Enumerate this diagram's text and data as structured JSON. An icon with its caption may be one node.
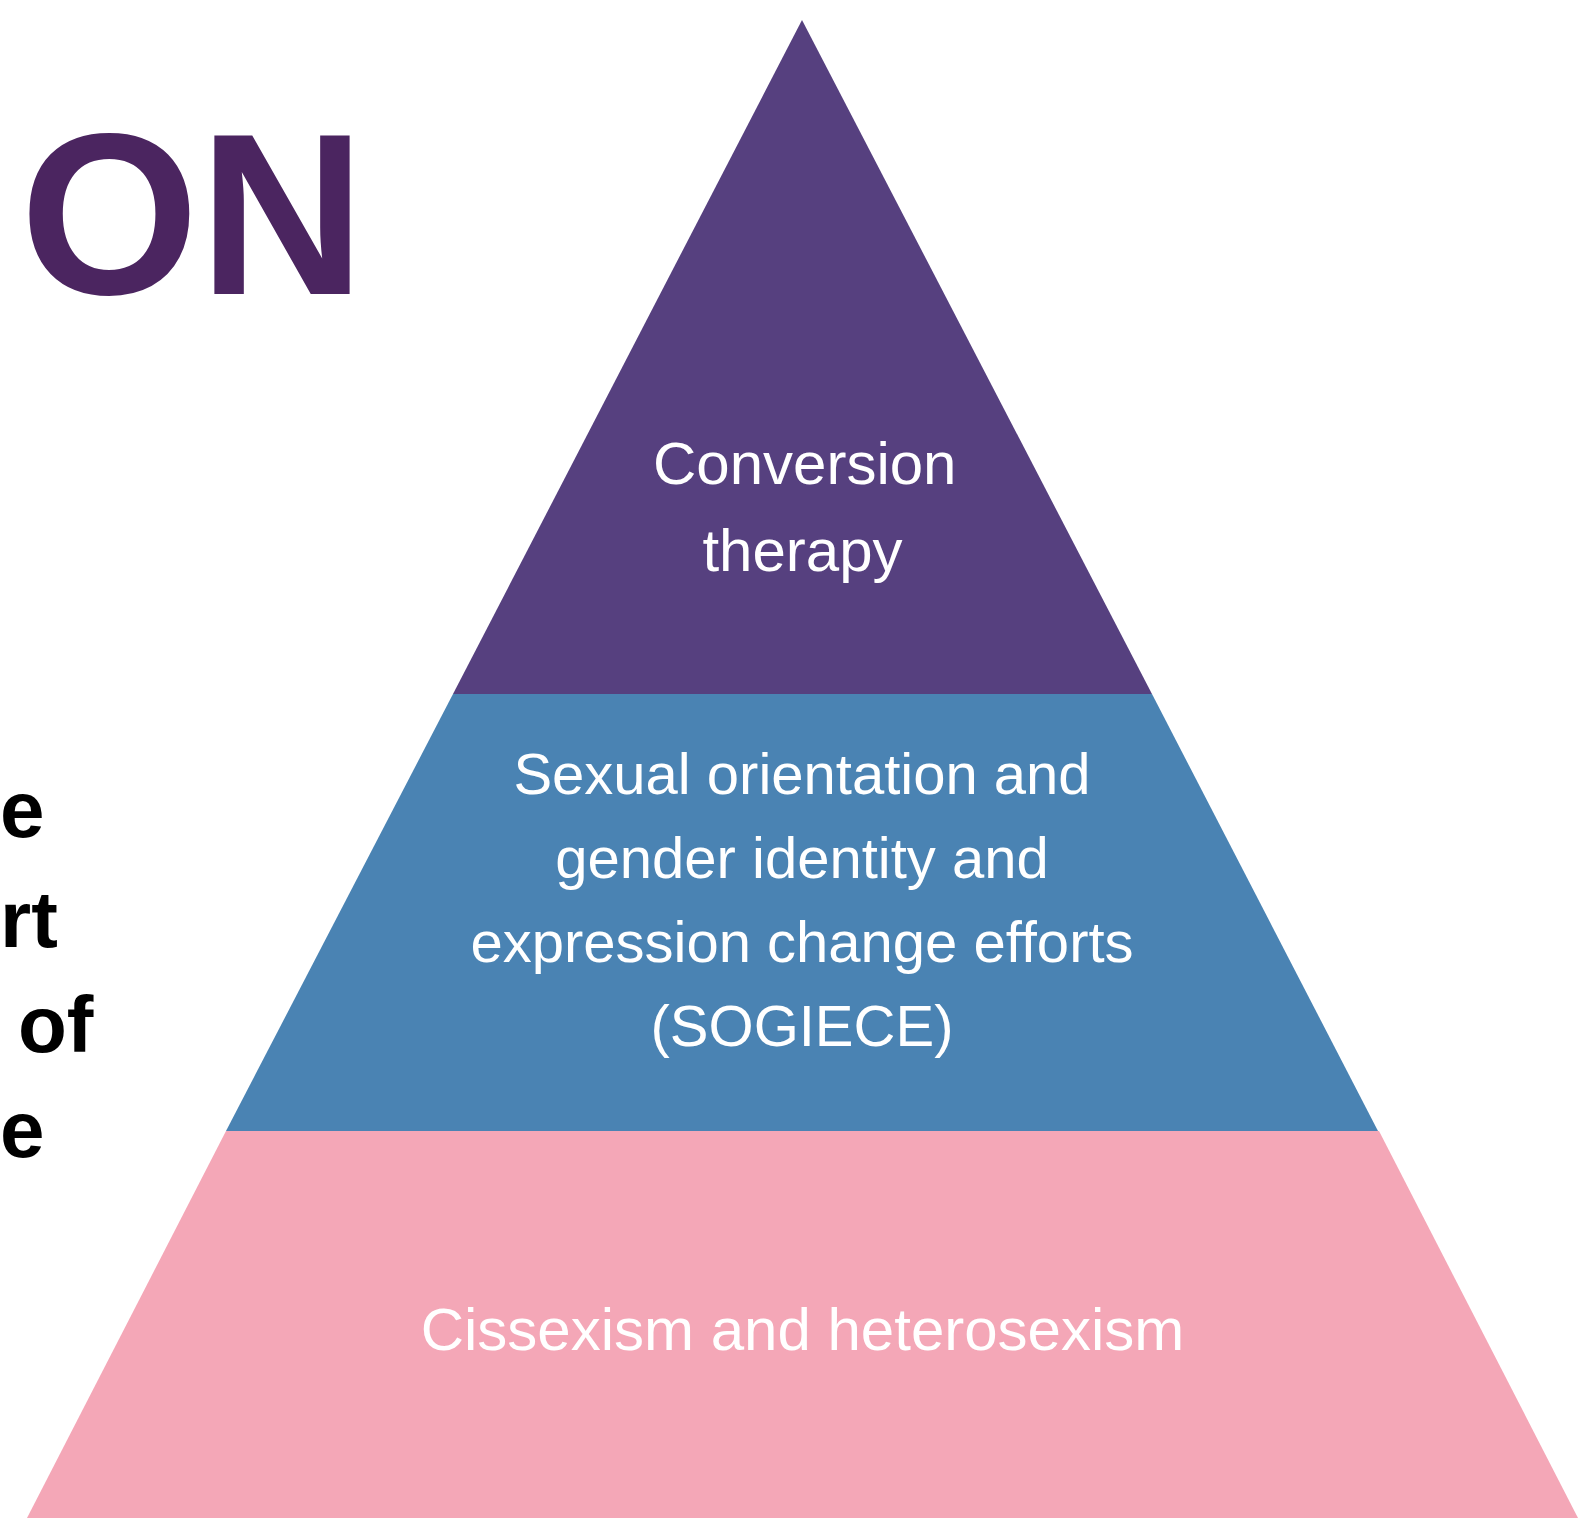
{
  "diagram": {
    "nodes": [
      {
        "text": [
          "Conversion therapy"
        ]
      },
      {
        "text": [
          "Sexual orientation and gender identity and expression change efforts (SOGIECE)"
        ]
      },
      {
        "text": [
          "Cissexism and heterosexism"
        ]
      }
    ],
    "labels": [
      "ON",
      "e",
      "rt",
      "of",
      "e"
    ]
  }
}
